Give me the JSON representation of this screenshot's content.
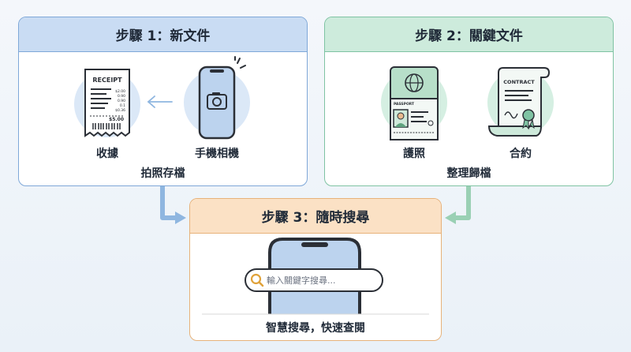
{
  "step1": {
    "title": "步驟 1：新文件",
    "receipt_label": "收據",
    "camera_label": "手機相機",
    "caption": "拍照存檔",
    "receipt": {
      "header": "RECEIPT",
      "total": "$5.00",
      "prices": [
        "$2.00",
        "0.90",
        "0.90",
        "0.1",
        "$0.36"
      ]
    }
  },
  "step2": {
    "title": "步驟 2：關鍵文件",
    "passport_label": "護照",
    "contract_label": "合約",
    "caption": "整理歸檔",
    "passport": {
      "header": "PASSPORT"
    },
    "contract": {
      "header": "CONTRACT"
    }
  },
  "step3": {
    "title": "步驟 3：隨時搜尋",
    "search_placeholder": "輸入關鍵字搜尋...",
    "caption": "智慧搜尋，快速查閱"
  },
  "colors": {
    "blue_accent": "#7fa8d8",
    "green_accent": "#7fc3a3",
    "orange_accent": "#e7b27a",
    "search_icon": "#e0a23a"
  }
}
